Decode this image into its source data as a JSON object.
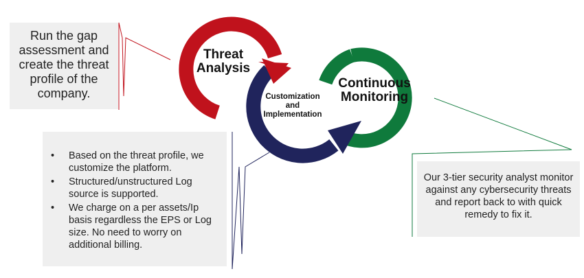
{
  "stages": {
    "threat_analysis": {
      "label": "Threat\nAnalysis",
      "color": "#c0121c"
    },
    "customization": {
      "label": "Customization\nand\nImplementation",
      "color": "#20245c"
    },
    "continuous_monitoring": {
      "label": "Continuous\nMonitoring",
      "color": "#0f7a3c"
    }
  },
  "boxes": {
    "gap_assessment": {
      "text": "Run the gap assessment and create the threat profile of the company."
    },
    "customization_details": {
      "bullets": [
        "Based on the threat profile, we customize the platform.",
        "Structured/unstructured Log source is supported.",
        "We charge on a per assets/Ip basis regardless the EPS or Log size. No need to worry on additional billing."
      ]
    },
    "monitoring_details": {
      "text": "Our 3-tier security analyst monitor against any cybersecurity threats and report back to with quick remedy to fix it."
    }
  }
}
